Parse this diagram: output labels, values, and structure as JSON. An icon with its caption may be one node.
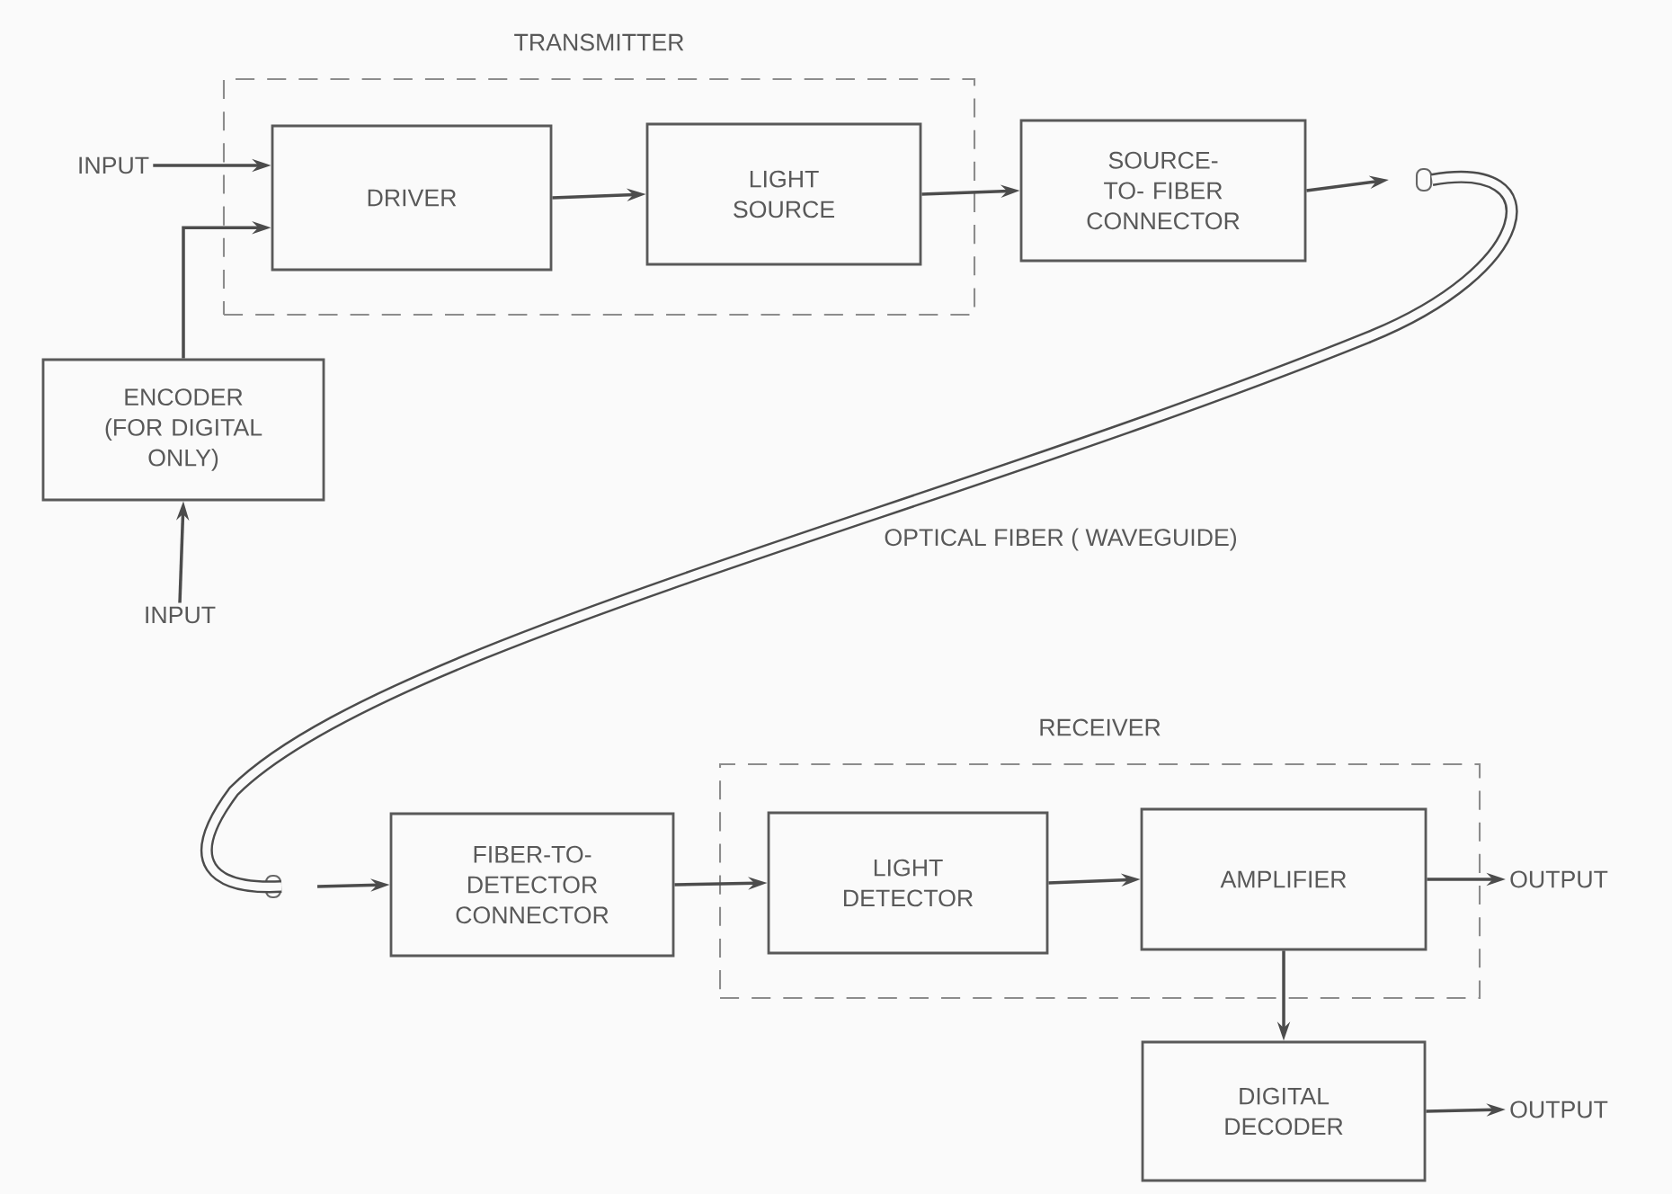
{
  "diagram": {
    "nodes": [
      {
        "text": [
          "TRANSMITTER"
        ]
      },
      {
        "text": [
          "DRIVER"
        ],
        "in": 0
      },
      {
        "text": [
          "LIGHT SOURCE"
        ],
        "in": 0
      },
      {
        "text": [
          "SOURCE-TO- FIBER CONNECTOR"
        ]
      },
      {
        "text": [
          "INPUT"
        ]
      },
      {
        "text": [
          "ENCODER (FOR DIGITAL ONLY)"
        ]
      },
      {
        "text": [
          "INPUT"
        ]
      },
      {
        "text": [],
        "shape": "cable"
      },
      {
        "text": [],
        "shape": "cable"
      },
      {
        "text": [
          "RECEIVER"
        ]
      },
      {
        "text": [
          "FIBER-TO- DETECTOR CONNECTOR"
        ]
      },
      {
        "text": [
          "LIGHT DETECTOR"
        ],
        "in": 9
      },
      {
        "text": [
          "AMPLIFIER"
        ],
        "in": 9
      },
      {
        "text": [
          "OUTPUT"
        ]
      },
      {
        "text": [
          "DIGITAL DECODER"
        ]
      },
      {
        "text": [
          "OUTPUT"
        ]
      }
    ],
    "edges": [
      {
        "from": 4,
        "to": 1,
        "arrow": "to"
      },
      {
        "from": 5,
        "to": 1,
        "arrow": "to"
      },
      {
        "from": 6,
        "to": 5,
        "arrow": "to"
      },
      {
        "from": 1,
        "to": 2,
        "arrow": "to"
      },
      {
        "from": 2,
        "to": 3,
        "arrow": "to"
      },
      {
        "from": 3,
        "to": 7,
        "arrow": "to"
      },
      {
        "from": 7,
        "to": 8,
        "arrow": "none",
        "style": "thick",
        "label": "OPTICAL FIBER ( WAVEGUIDE)"
      },
      {
        "from": 8,
        "to": 10,
        "arrow": "to"
      },
      {
        "from": 10,
        "to": 11,
        "arrow": "to"
      },
      {
        "from": 11,
        "to": 12,
        "arrow": "to"
      },
      {
        "from": 12,
        "to": 13,
        "arrow": "to"
      },
      {
        "from": 12,
        "to": 14,
        "arrow": "to"
      },
      {
        "from": 14,
        "to": 15,
        "arrow": "to"
      }
    ]
  }
}
